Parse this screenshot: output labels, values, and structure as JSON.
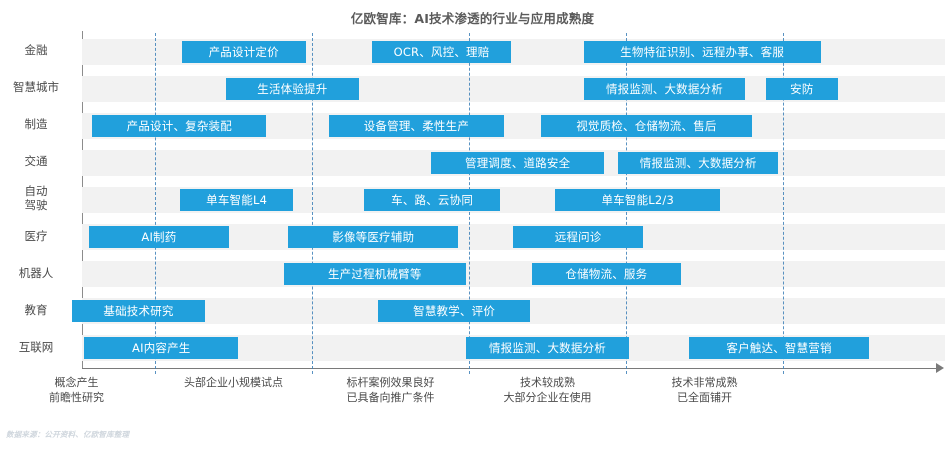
{
  "title": "亿欧智库：AI技术渗透的行业与应用成熟度",
  "source_note": "数据来源：公开资料、亿欧智库整理",
  "colors": {
    "bar": "#21a0dc",
    "band": "#f2f2f2",
    "grid": "#3d7fb8",
    "axis": "#7a7a7a",
    "title_text": "#5a5a5a",
    "label_text": "#4a4a4a",
    "bar_text": "#ffffff"
  },
  "chart_data": {
    "type": "bar",
    "title": "亿欧智库：AI技术渗透的行业与应用成熟度",
    "xlabel": "",
    "ylabel": "",
    "grid": true,
    "legend": "none",
    "orientation": "horizontal-gantt",
    "xlim": [
      0,
      5
    ],
    "x_stage_labels": [
      "概念产生\n前瞻性研究",
      "头部企业小规模试点",
      "标杆案例效果良好\n已具备向推广条件",
      "技术较成熟\n大部分企业在使用",
      "技术非常成熟\n已全面铺开"
    ],
    "categories": [
      "金融",
      "智慧城市",
      "制造",
      "交通",
      "自动驾驶",
      "医疗",
      "机器人",
      "教育",
      "互联网"
    ],
    "series": [
      {
        "name": "金融",
        "items": [
          {
            "label": "产品设计定价",
            "start": 1.17,
            "end": 1.96
          },
          {
            "label": "OCR、风控、理赔",
            "start": 2.38,
            "end": 3.27
          },
          {
            "label": "生物特征识别、远程办事、客服",
            "start": 3.73,
            "end": 5.24
          }
        ]
      },
      {
        "name": "智慧城市",
        "items": [
          {
            "label": "生活体验提升",
            "start": 1.45,
            "end": 2.3
          },
          {
            "label": "情报监测、大数据分析",
            "start": 3.73,
            "end": 4.76
          },
          {
            "label": "安防",
            "start": 4.89,
            "end": 5.35
          }
        ]
      },
      {
        "name": "制造",
        "items": [
          {
            "label": "产品设计、复杂装配",
            "start": 0.6,
            "end": 1.71
          },
          {
            "label": "设备管理、柔性生产",
            "start": 2.11,
            "end": 3.22
          },
          {
            "label": "视觉质检、仓储物流、售后",
            "start": 3.46,
            "end": 4.8
          }
        ]
      },
      {
        "name": "交通",
        "items": [
          {
            "label": "管理调度、道路安全",
            "start": 2.76,
            "end": 3.86
          },
          {
            "label": "情报监测、大数据分析",
            "start": 3.95,
            "end": 4.97
          }
        ]
      },
      {
        "name": "自动驾驶",
        "items": [
          {
            "label": "单车智能L4",
            "start": 1.16,
            "end": 1.88
          },
          {
            "label": "车、路、云协同",
            "start": 2.33,
            "end": 3.2
          },
          {
            "label": "单车智能L2/3",
            "start": 3.55,
            "end": 4.6
          }
        ]
      },
      {
        "name": "医疗",
        "items": [
          {
            "label": "AI制药",
            "start": 0.58,
            "end": 1.47
          },
          {
            "label": "影像等医疗辅助",
            "start": 1.85,
            "end": 2.93
          },
          {
            "label": "远程问诊",
            "start": 3.28,
            "end": 4.11
          }
        ]
      },
      {
        "name": "机器人",
        "items": [
          {
            "label": "生产过程机械臂等",
            "start": 1.82,
            "end": 2.98
          },
          {
            "label": "仓储物流、服务",
            "start": 3.4,
            "end": 4.35
          }
        ]
      },
      {
        "name": "教育",
        "items": [
          {
            "label": "基础技术研究",
            "start": 0.47,
            "end": 1.32
          },
          {
            "label": "智慧教学、评价",
            "start": 2.42,
            "end": 3.39
          }
        ]
      },
      {
        "name": "互联网",
        "items": [
          {
            "label": "AI内容产生",
            "start": 0.55,
            "end": 1.53
          },
          {
            "label": "情报监测、大数据分析",
            "start": 2.98,
            "end": 4.02
          },
          {
            "label": "客户触达、智慧营销",
            "start": 4.4,
            "end": 5.55
          }
        ]
      }
    ]
  }
}
